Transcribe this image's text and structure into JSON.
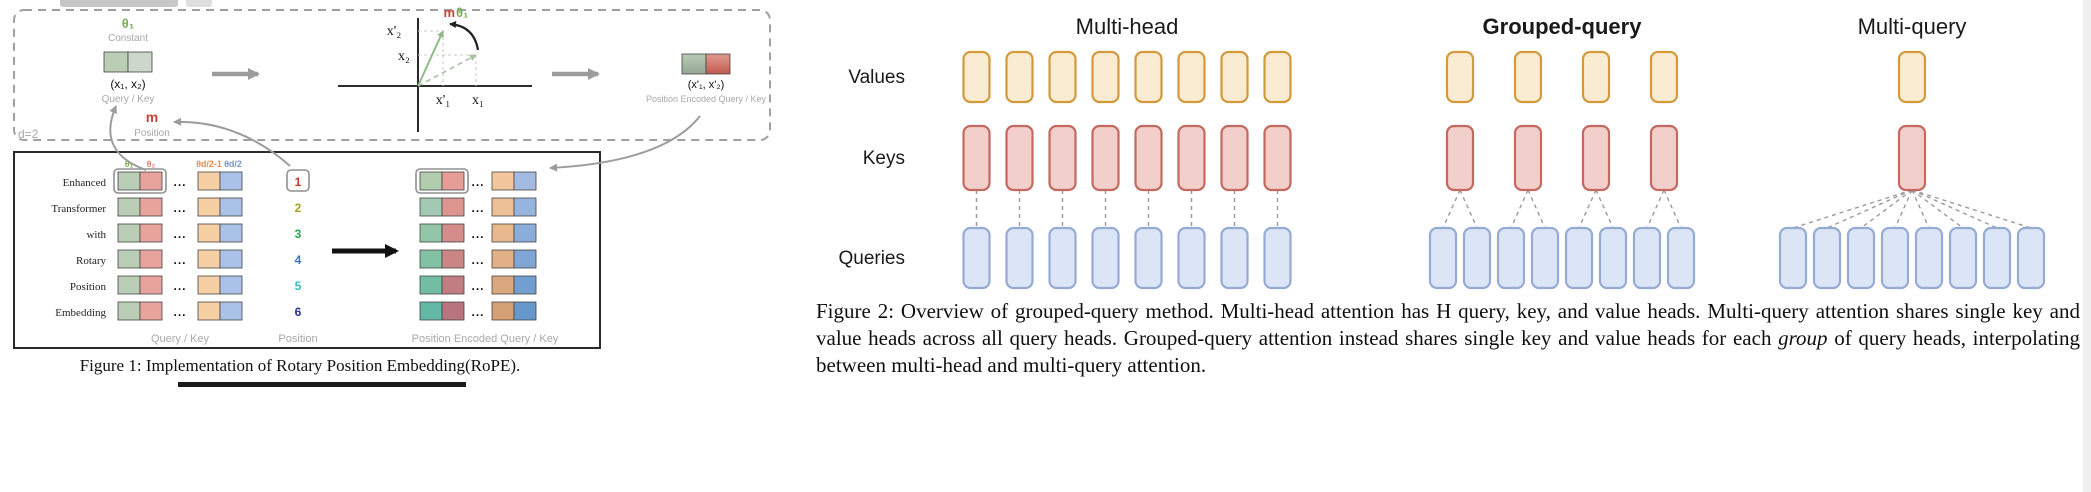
{
  "figure1": {
    "caption": "Figure 1: Implementation of Rotary Position Embedding(RoPE).",
    "top": {
      "theta": "θ₁",
      "constant": "Constant",
      "block_label": "(x₁, x₂)",
      "query_key": "Query / Key",
      "m": "m",
      "position": "Position",
      "d_label": "d=2",
      "x2_rot": "x'₂",
      "x2": "x₂",
      "x1_rot": "x'₁",
      "x1": "x₁",
      "m_theta_m": "m",
      "m_theta_theta": "θ₁",
      "encoded_block_label": "(x'₁, x'₂)",
      "encoded_caption": "Position Encoded Query / Key"
    },
    "bottom": {
      "theta_headers": [
        "θ₁",
        "θ₂",
        "θd/2-1",
        "θd/2"
      ],
      "ellipsis": "...",
      "words": [
        "Enhanced",
        "Transformer",
        "with",
        "Rotary",
        "Position",
        "Embedding"
      ],
      "positions": [
        "1",
        "2",
        "3",
        "4",
        "5",
        "6"
      ],
      "position_colors": [
        "#c0392b",
        "#a3a11f",
        "#2e9e4f",
        "#3f6fc4",
        "#2fbfc4",
        "#27348b"
      ],
      "encoded_colors": [
        [
          "#b2cdae",
          "#e59d96",
          "#f3c79e",
          "#a3bbe2"
        ],
        [
          "#a4c9b2",
          "#dd958f",
          "#eec097",
          "#97b4de"
        ],
        [
          "#93c5a9",
          "#d48d8a",
          "#e8b88f",
          "#8badd9"
        ],
        [
          "#82c1a4",
          "#cb8585",
          "#e1b086",
          "#7fa6d4"
        ],
        [
          "#72bda4",
          "#c27d82",
          "#daa87e",
          "#739fd0"
        ],
        [
          "#63b9a6",
          "#b9757f",
          "#d3a076",
          "#6798cb"
        ]
      ],
      "footer": [
        "Query / Key",
        "Position",
        "Position Encoded Query / Key"
      ]
    }
  },
  "figure2": {
    "row_labels": [
      "Values",
      "Keys",
      "Queries"
    ],
    "panels": [
      {
        "title": "Multi-head",
        "values": 8,
        "keys": 8,
        "queries": 8
      },
      {
        "title": "Grouped-query",
        "values": 4,
        "keys": 4,
        "queries": 8
      },
      {
        "title": "Multi-query",
        "values": 1,
        "keys": 1,
        "queries": 8
      }
    ],
    "caption": {
      "before_italic": "Figure 2: Overview of grouped-query method. Multi-head attention has H query, key, and value heads. Multi-query attention shares single key and value heads across all query heads. Grouped-query attention instead shares single key and value heads for each ",
      "italic": "group",
      "after_italic": " of query heads, interpolating between multi-head and multi-query attention."
    }
  },
  "colors": {
    "value-fill": "#faecd2",
    "value-stroke": "#d29a3a",
    "key-fill": "#f2cfca",
    "key-stroke": "#c4695f",
    "query-fill": "#dbe5f5",
    "query-stroke": "#96abd3",
    "dash-line": "#9a9a9a",
    "cell-green": "#b9ceb4",
    "cell-gray": "#cdd6ca",
    "cell-pink": "#e8a39c",
    "cell-orange": "#f6cfa4",
    "cell-blue": "#abc2e8",
    "theta1-green": "#79ac58",
    "theta2-pink": "#e4837c",
    "theta-mid-orange": "#e58e4e",
    "theta-end-blue": "#7b96d4",
    "m-red": "#cc4437",
    "gray-label": "#a8a8a8",
    "arrow-gray": "#9c9c9c"
  }
}
